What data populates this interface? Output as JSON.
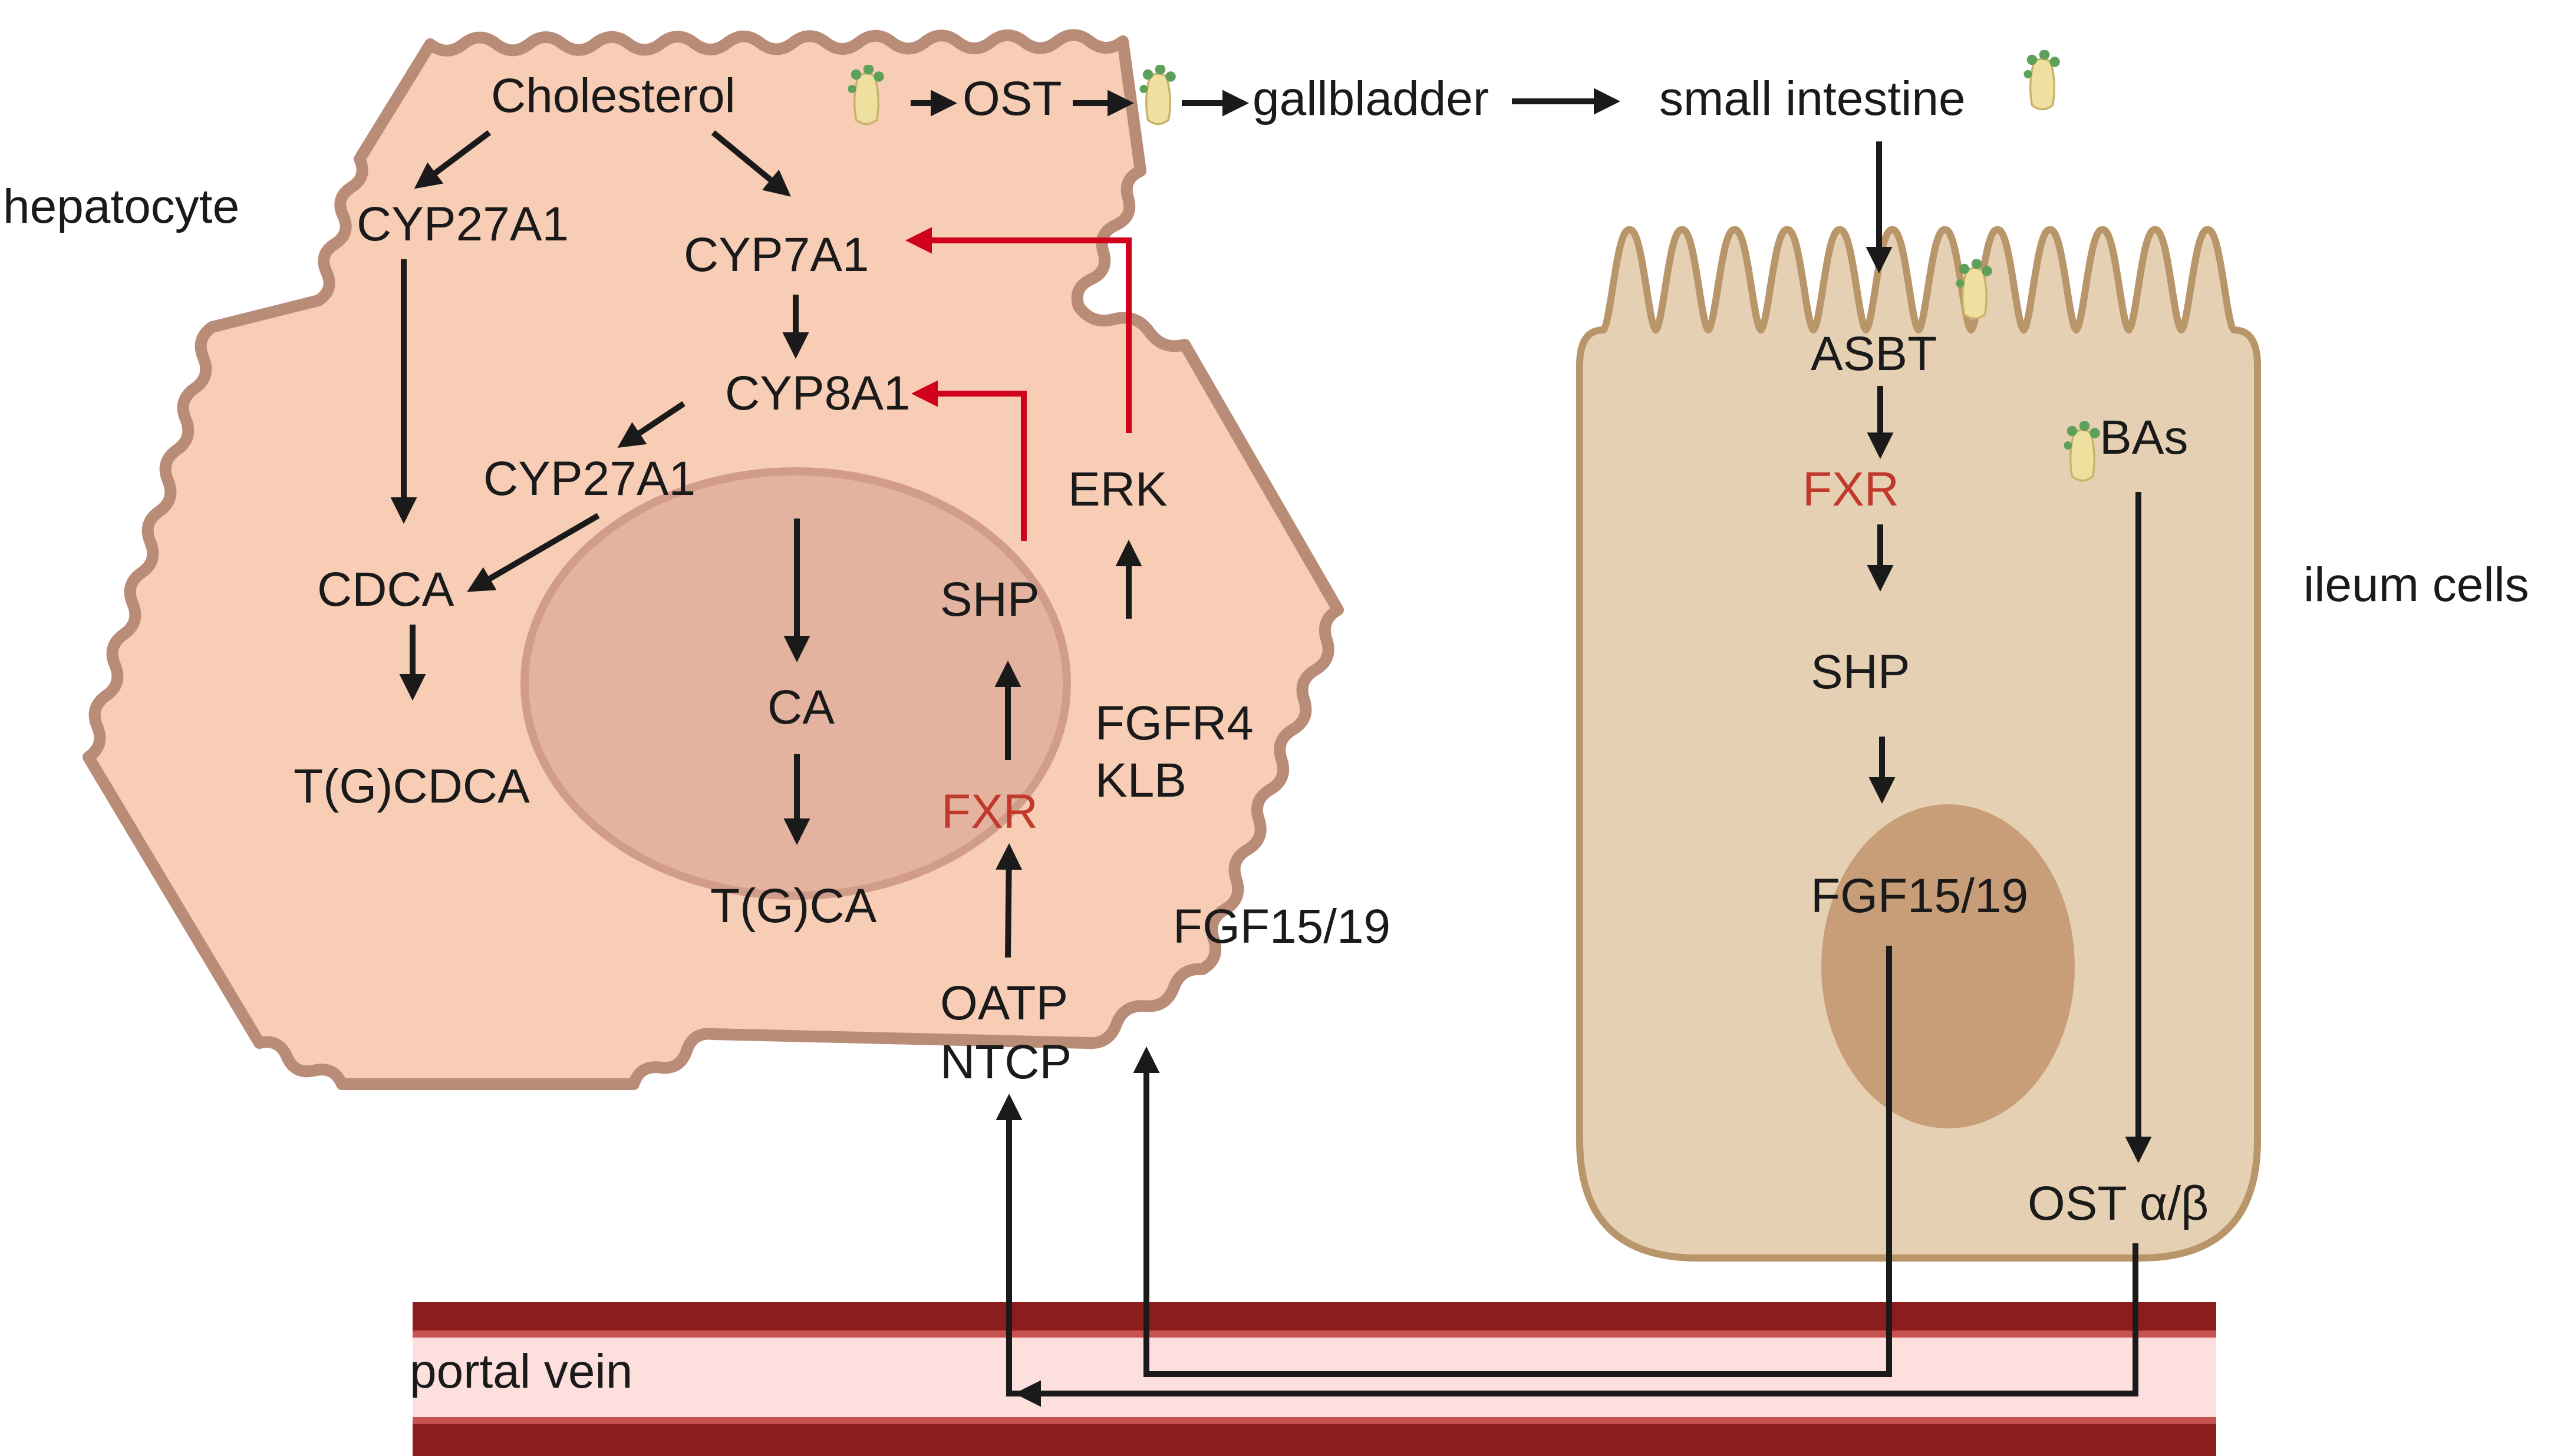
{
  "labels": {
    "hepatocyte": "hepatocyte",
    "ileum_cells": "ileum cells",
    "portal_vein": "portal vein"
  },
  "hepatocyte_pathway": {
    "cholesterol": "Cholesterol",
    "cyp27a1_left": "CYP27A1",
    "cyp7a1": "CYP7A1",
    "cyp8a1": "CYP8A1",
    "cyp27a1_mid": "CYP27A1",
    "cdca": "CDCA",
    "tgcdca": "T(G)CDCA",
    "ca": "CA",
    "tgca": "T(G)CA",
    "shp": "SHP",
    "fxr": "FXR",
    "erk": "ERK",
    "fgfr4": "FGFR4",
    "klb": "KLB",
    "fgf15_19": "FGF15/19",
    "oatp": "OATP",
    "ntcp": "NTCP"
  },
  "transport": {
    "ost": "OST",
    "gallbladder": "gallbladder",
    "small_intestine": "small intestine"
  },
  "ileum_pathway": {
    "asbt": "ASBT",
    "fxr": "FXR",
    "shp": "SHP",
    "fgf15_19": "FGF15/19",
    "bas": "BAs",
    "ost_ab": "OST α/β"
  },
  "colors": {
    "hepatocyte_fill": "#f7cdb5",
    "hepatocyte_border": "#b98c78",
    "hepatocyte_nucleus": "#e4b3a0",
    "ileum_fill": "#e5d0b3",
    "ileum_border": "#b8966a",
    "ileum_nucleus": "#c79e77",
    "vein_dark": "#8c1d1d",
    "vein_light": "#fde0dd",
    "inhibition_arrow": "#d0021b",
    "arrow": "#1a1a1a",
    "fxr_text": "#c0392b",
    "bile_acid_icon": "#f0e0a0",
    "bile_acid_dots": "#5ea05a"
  }
}
